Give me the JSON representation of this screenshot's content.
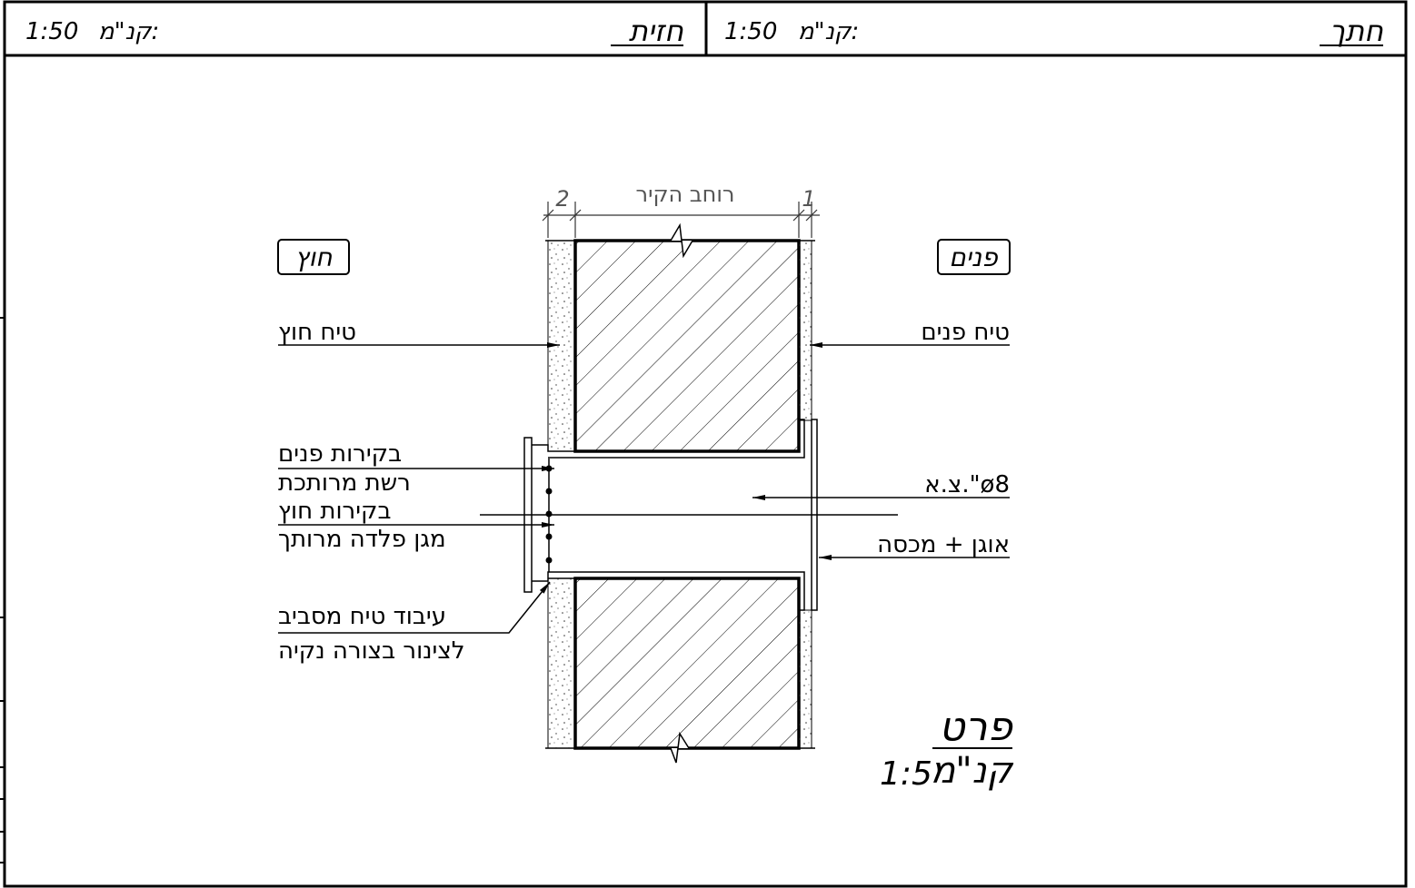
{
  "header": {
    "left": {
      "title": "חזית",
      "scale_label": "קנ\"מ:",
      "scale_value": "1:50"
    },
    "right": {
      "title": "חתך",
      "scale_label": "קנ\"מ:",
      "scale_value": "1:50"
    }
  },
  "detail": {
    "title": "פרט",
    "scale_label": "קנ\"מ",
    "scale_value": "1:5"
  },
  "dimensions": {
    "left": "2",
    "middle": "רוחב הקיר",
    "right": "1"
  },
  "sides": {
    "outside": "חוץ",
    "inside": "פנים"
  },
  "labels": {
    "exterior_plaster": "טיח חוץ",
    "interior_plaster": "טיח פנים",
    "mesh_line1": "בקירות פנים",
    "mesh_line2": "רשת מרותכת",
    "shield_line1": "בקירות חוץ",
    "shield_line2": "מגן פלדה מרותך",
    "finish_line1": "עיבוד טיח מסביב",
    "finish_line2": "לצינור בצורה נקיה",
    "pipe": "צ.א.\"ø8",
    "flange": "אוגן + מכסה"
  },
  "colors": {
    "line": "#000000",
    "dimension": "#555555",
    "background": "#ffffff"
  }
}
